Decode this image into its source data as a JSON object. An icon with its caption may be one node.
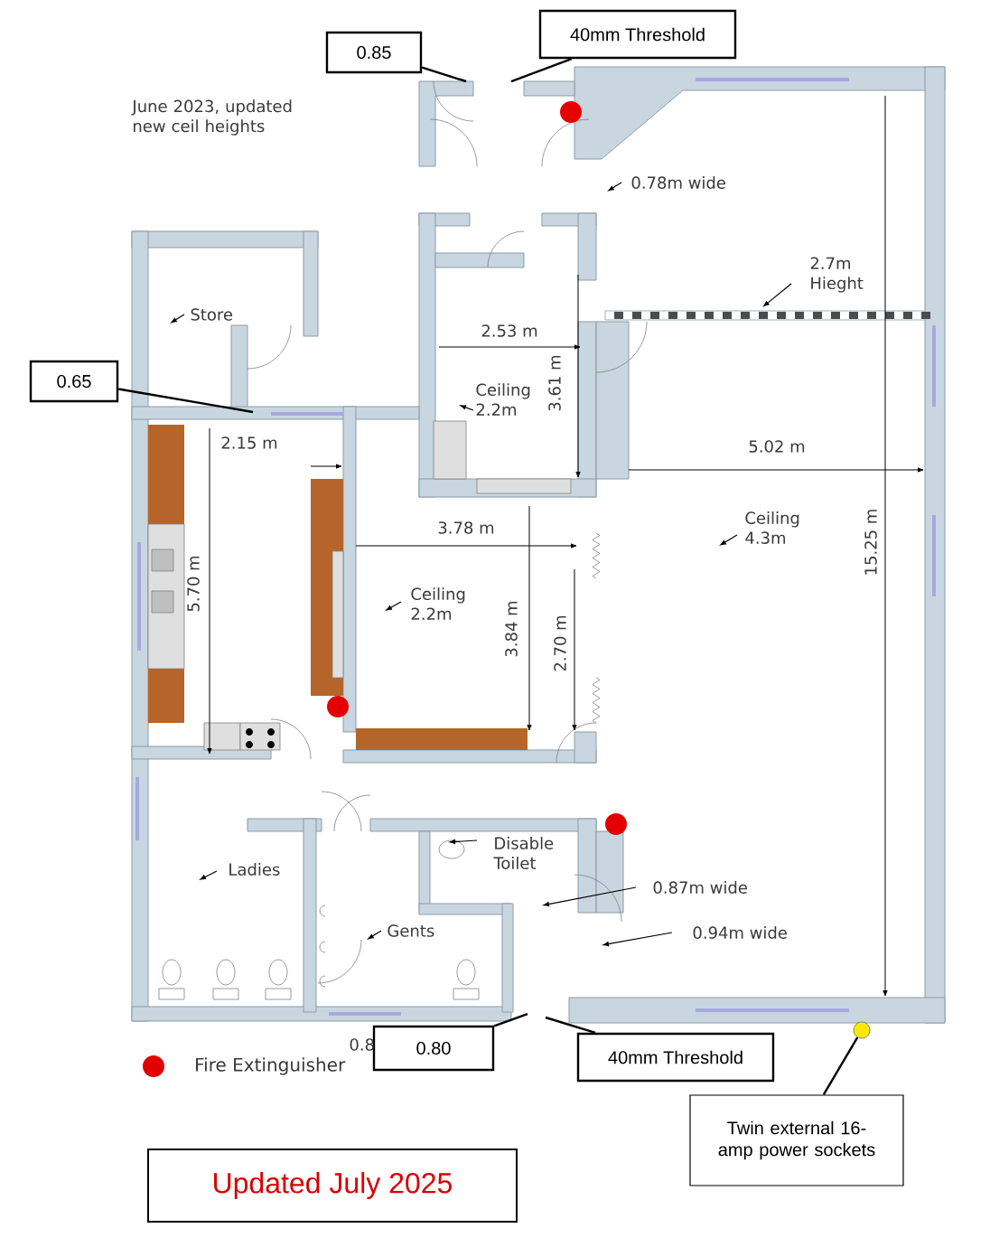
{
  "diagram": {
    "nodes": [
      {
        "text": [
          "0.85"
        ]
      },
      {
        "text": [
          "40mm Threshold"
        ]
      },
      {
        "text": [
          "0.65"
        ]
      },
      {
        "text": [
          "0.80"
        ]
      },
      {
        "text": [
          "40mm Threshold"
        ]
      },
      {
        "text": [
          "Twin external 16-amp power sockets"
        ]
      },
      {
        "text": [],
        "shape": "circle"
      },
      {
        "text": [
          "Updated July 2025"
        ]
      }
    ],
    "edges": [
      {
        "from": 0,
        "to": null,
        "arrow": "none"
      },
      {
        "from": 1,
        "to": null,
        "arrow": "none"
      },
      {
        "from": 2,
        "to": null,
        "arrow": "none"
      },
      {
        "from": 3,
        "to": null,
        "arrow": "none"
      },
      {
        "from": 4,
        "to": null,
        "arrow": "none"
      },
      {
        "from": 5,
        "to": 6,
        "arrow": "none"
      }
    ],
    "labels": [
      "June 2023, updated new ceil heights",
      "0.78m wide",
      "2.7m Hieght",
      "Store",
      "2.53 m",
      "Ceiling 2.2m",
      "3.61 m",
      "2.15 m",
      "5.02 m",
      "Ceiling 4.3m",
      "3.78 m",
      "Ceiling 2.2m",
      "5.70 m",
      "3.84 m",
      "2.70 m",
      "15.25 m",
      "Disable Toilet",
      "Ladies",
      "0.87m wide",
      "Gents",
      "0.94m wide",
      "0.8"
    ],
    "legend": [
      {
        "text": "Fire Extinguisher",
        "color": "#e00000"
      }
    ]
  }
}
